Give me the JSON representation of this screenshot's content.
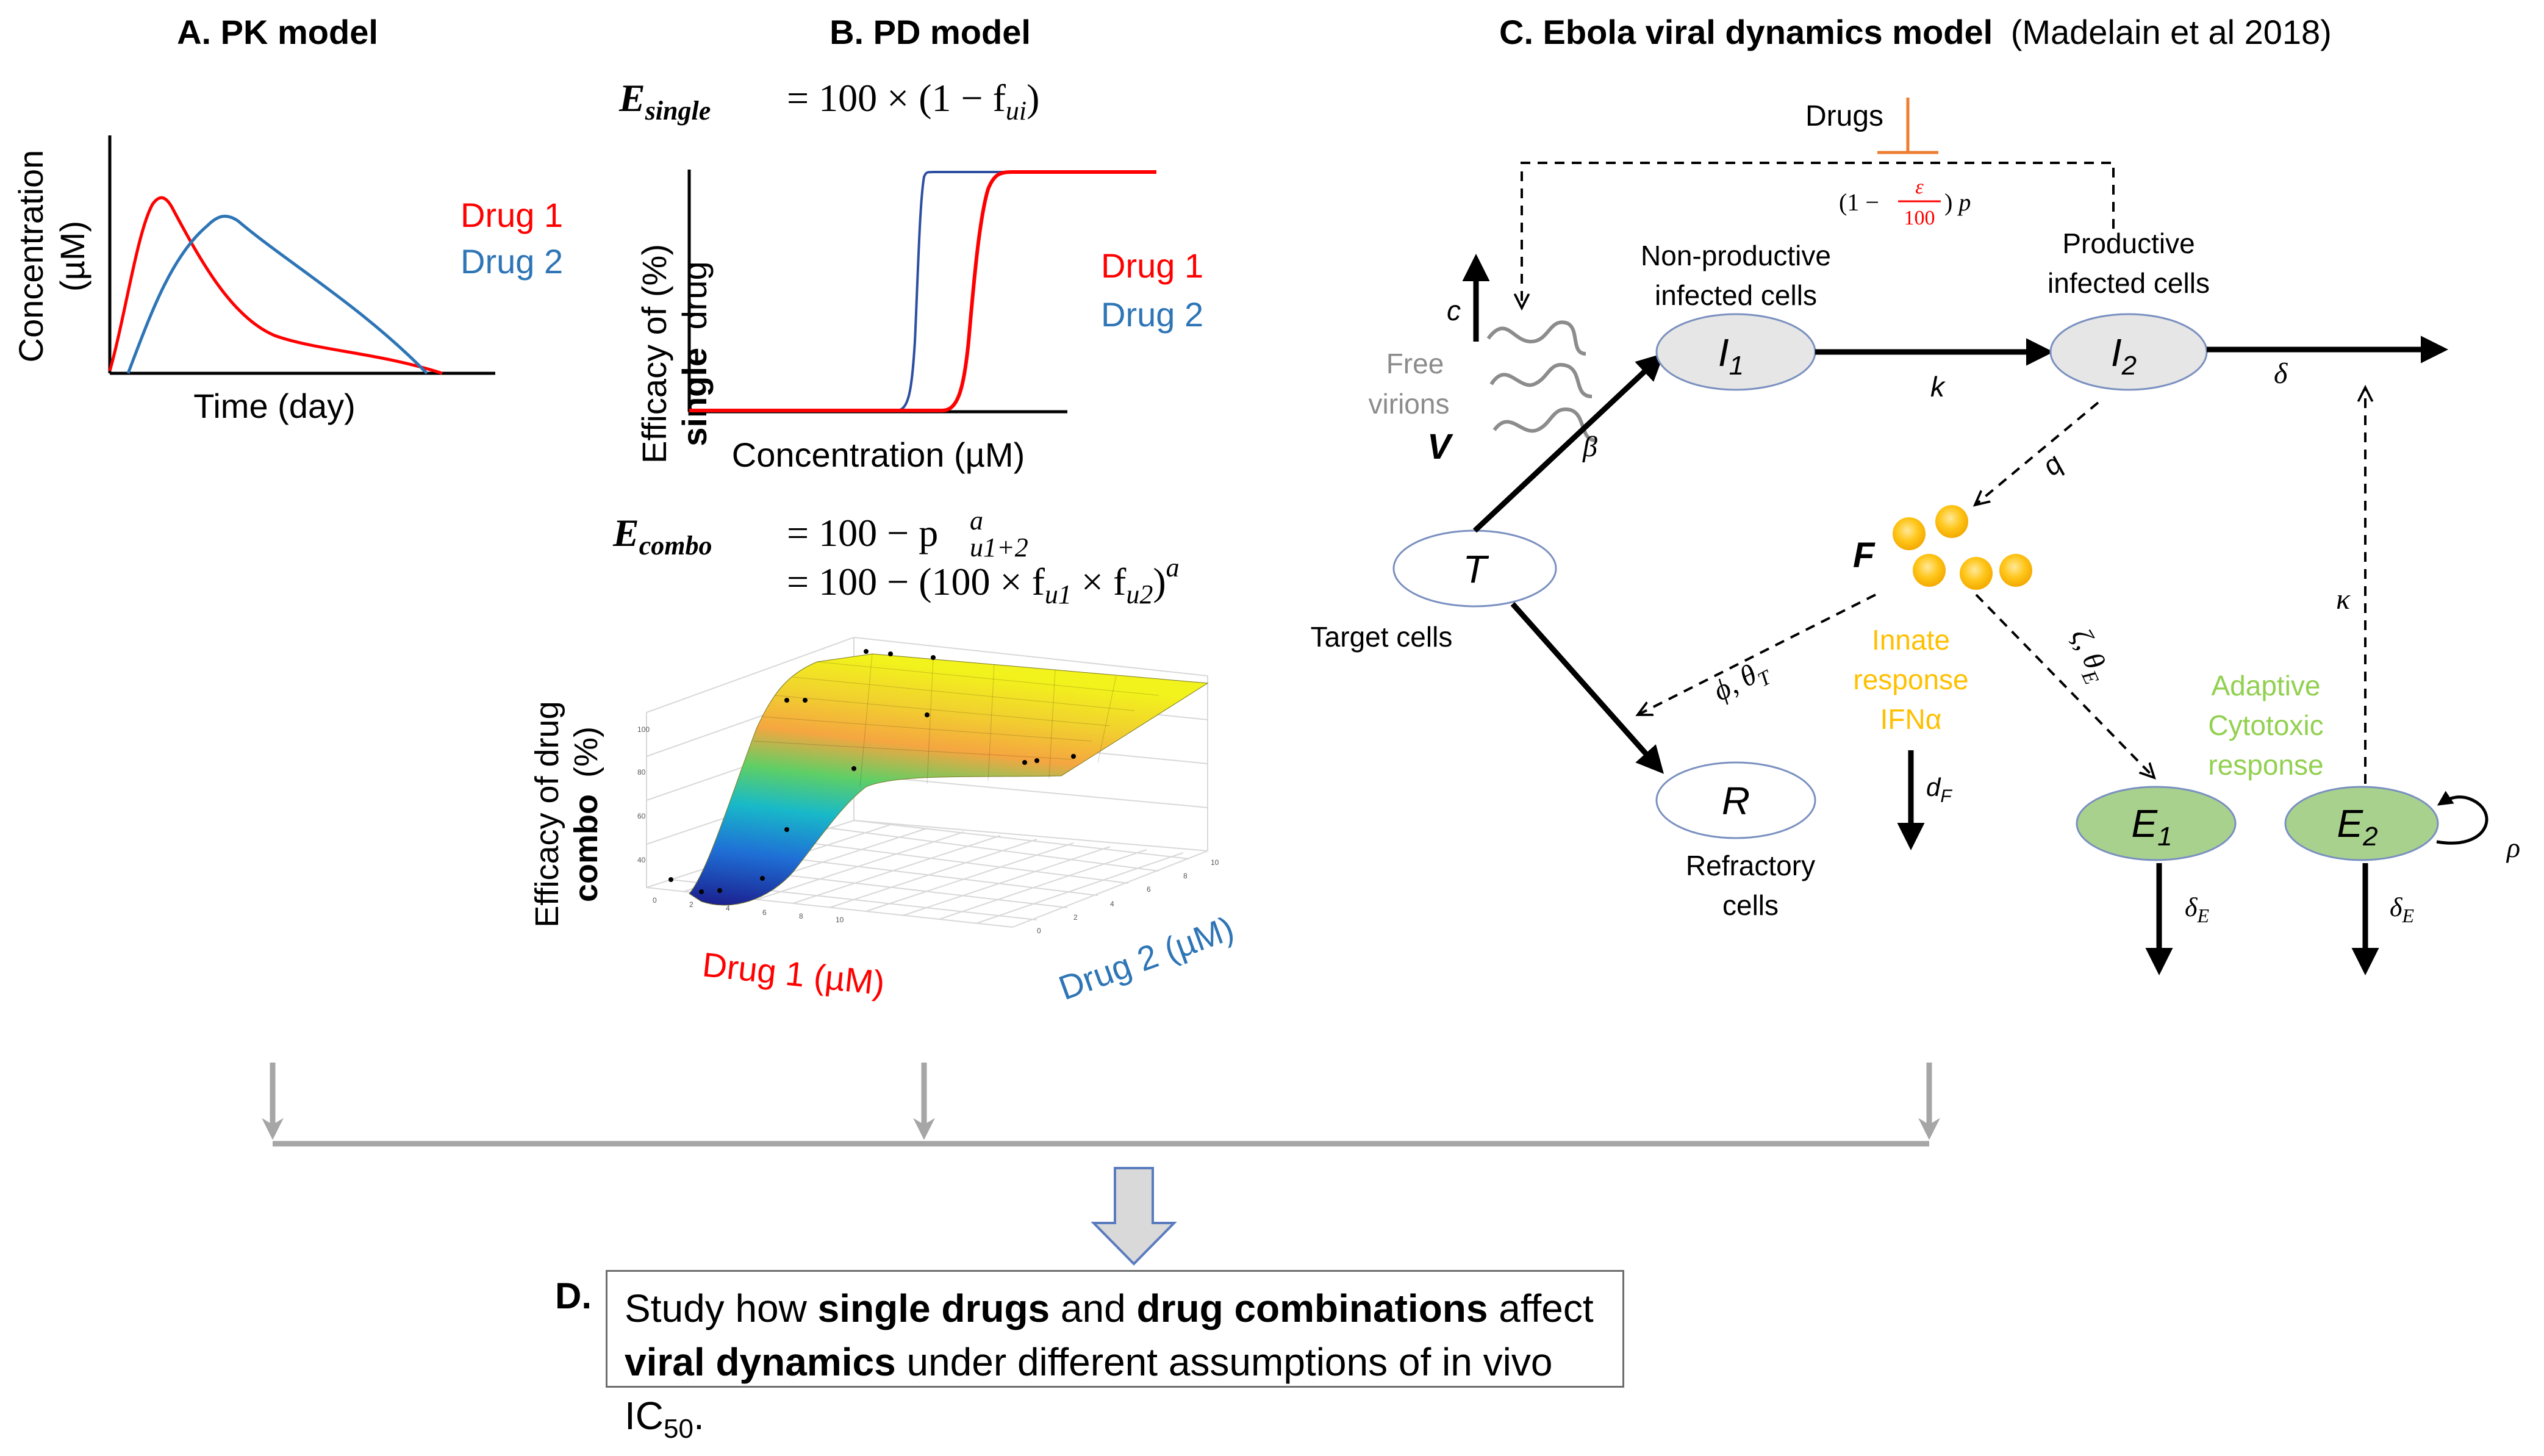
{
  "panels": {
    "a": {
      "title": "A. PK model",
      "ylabel_1": "Concentration",
      "ylabel_2": "(µM)",
      "xlabel": "Time (day)",
      "legend": [
        "Drug 1",
        "Drug 2"
      ]
    },
    "b": {
      "title": "B. PD model",
      "eq_single_lhs": "E",
      "eq_single_sub": "single",
      "eq_single_rhs": "= 100 × (1 − f",
      "eq_single_rhs_sub": "ui",
      "eq_single_close": ")",
      "ylabel_1": "Efficacy of  (%)",
      "ylabel_bold": "single",
      "ylabel_2": "drug",
      "xlabel": "Concentration (µM)",
      "legend": [
        "Drug 1",
        "Drug 2"
      ],
      "eq_combo_lhs": "E",
      "eq_combo_sub": "combo",
      "eq_combo_line1": "= 100 − p",
      "eq_combo_line1_sup": "a",
      "eq_combo_line1_sub": "u1+2",
      "eq_combo_line2": "= 100 − (100 × f",
      "eq_combo_line2_sub1": "u1",
      "eq_combo_line2_mid": " × f",
      "eq_combo_line2_sub2": "u2",
      "eq_combo_line2_end": ")",
      "eq_combo_line2_sup": "a",
      "surf_ylabel_1": "Efficacy of drug",
      "surf_ylabel_bold": "combo",
      "surf_ylabel_2": "(%)",
      "surf_xlabel": "Drug 1 (µM)",
      "surf_zlabel": "Drug 2 (µM)"
    },
    "c": {
      "title_bold": "C. Ebola viral dynamics model",
      "title_ref": "(Madelain et al 2018)",
      "drugs": "Drugs",
      "inhibition": "(1 − ε/100) p",
      "eps": "ε",
      "hundred": "100",
      "nodes": {
        "T": "T",
        "I1": "I",
        "I1_sub": "1",
        "I2": "I",
        "I2_sub": "2",
        "R": "R",
        "E1": "E",
        "E1_sub": "1",
        "E2": "E",
        "E2_sub": "2",
        "V": "V",
        "F": "F"
      },
      "labels": {
        "nonprod_1": "Non-productive",
        "nonprod_2": "infected cells",
        "prod_1": "Productive",
        "prod_2": "infected cells",
        "free_1": "Free",
        "free_2": "virions",
        "target": "Target cells",
        "refr_1": "Refractory",
        "refr_2": "cells",
        "innate_1": "Innate",
        "innate_2": "response",
        "innate_3": "IFNα",
        "adapt_1": "Adaptive",
        "adapt_2": "Cytotoxic",
        "adapt_3": "response"
      },
      "params": {
        "c": "c",
        "beta": "β",
        "k": "k",
        "delta": "δ",
        "q": "q",
        "phi": "ϕ, θ",
        "phi_sub": "T",
        "zeta": "ζ, θ",
        "zeta_sub": "E",
        "kappa": "κ",
        "dF": "d",
        "dF_sub": "F",
        "deltaE": "δ",
        "deltaE_sub": "E",
        "rho": "ρ"
      }
    },
    "d": {
      "label": "D.",
      "text_1": "Study how ",
      "text_b1": "single drugs",
      "text_2": " and ",
      "text_b2": "drug combinations",
      "text_3": " affect ",
      "text_b3": "viral dynamics",
      "text_4": " under different assumptions of in vivo IC",
      "text_sub": "50",
      "text_5": "."
    }
  },
  "colors": {
    "drug1": "#ff0000",
    "drug2": "#2e75b6",
    "gray_arrow": "#a6a6a6",
    "cell_fill": "#e6e6e6",
    "cell_stroke": "#7a90c0",
    "effector_fill": "#a9d18e",
    "innate_text": "#ffc000",
    "adaptive_text": "#92d050",
    "orange": "#ed7d31"
  }
}
